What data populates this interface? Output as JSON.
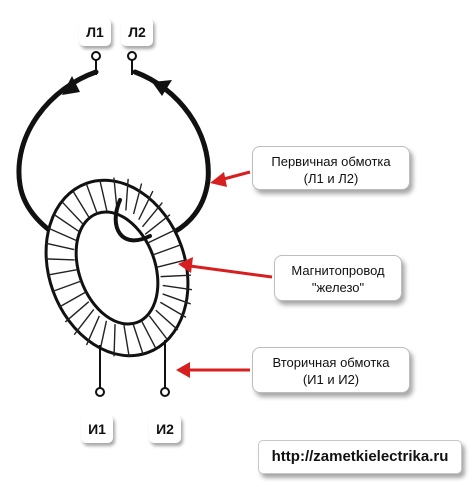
{
  "terminals": {
    "l1": "Л1",
    "l2": "Л2",
    "i1": "И1",
    "i2": "И2"
  },
  "callouts": {
    "primary": {
      "line1": "Первичная обмотка",
      "line2": "(Л1 и Л2)"
    },
    "core": {
      "line1": "Магнитопровод",
      "line2": "\"железо\""
    },
    "secondary": {
      "line1": "Вторичная обмотка",
      "line2": "(И1 и И2)"
    }
  },
  "source_url": "http://zametkielectrika.ru",
  "colors": {
    "arrow": "#d71f1f",
    "ink": "#111111"
  }
}
